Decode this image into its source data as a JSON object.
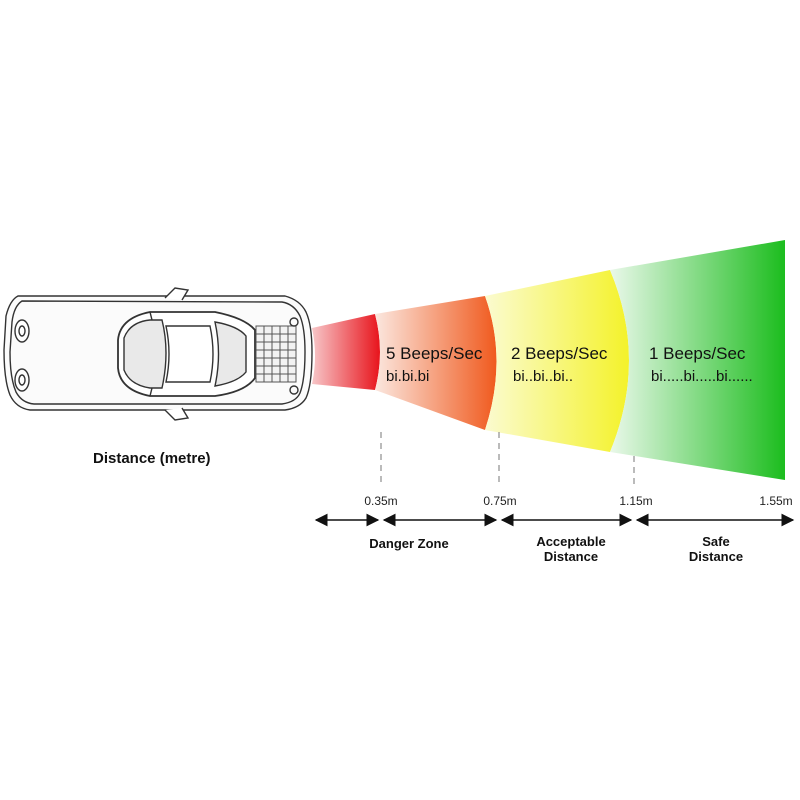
{
  "caption": "Distance (metre)",
  "zones": [
    {
      "id": "near",
      "beep_rate": "",
      "beep_sound": ""
    },
    {
      "id": "danger",
      "beep_rate": "5 Beeps/Sec",
      "beep_sound": "bi.bi.bi"
    },
    {
      "id": "acceptable",
      "beep_rate": "2 Beeps/Sec",
      "beep_sound": "bi..bi..bi.."
    },
    {
      "id": "safe",
      "beep_rate": "1 Beeps/Sec",
      "beep_sound": "bi.....bi.....bi......"
    }
  ],
  "distance_marks": [
    "0.35m",
    "0.75m",
    "1.15m",
    "1.55m"
  ],
  "ranges": [
    {
      "lines": [
        "Danger Zone"
      ]
    },
    {
      "lines": [
        "Acceptable",
        "Distance"
      ]
    },
    {
      "lines": [
        "Safe",
        "Distance"
      ]
    }
  ],
  "colors": {
    "red": "#e8141c",
    "orange": "#f05a1e",
    "yellow": "#f4f22a",
    "green": "#1cbd1e",
    "arrow": "#111111"
  }
}
